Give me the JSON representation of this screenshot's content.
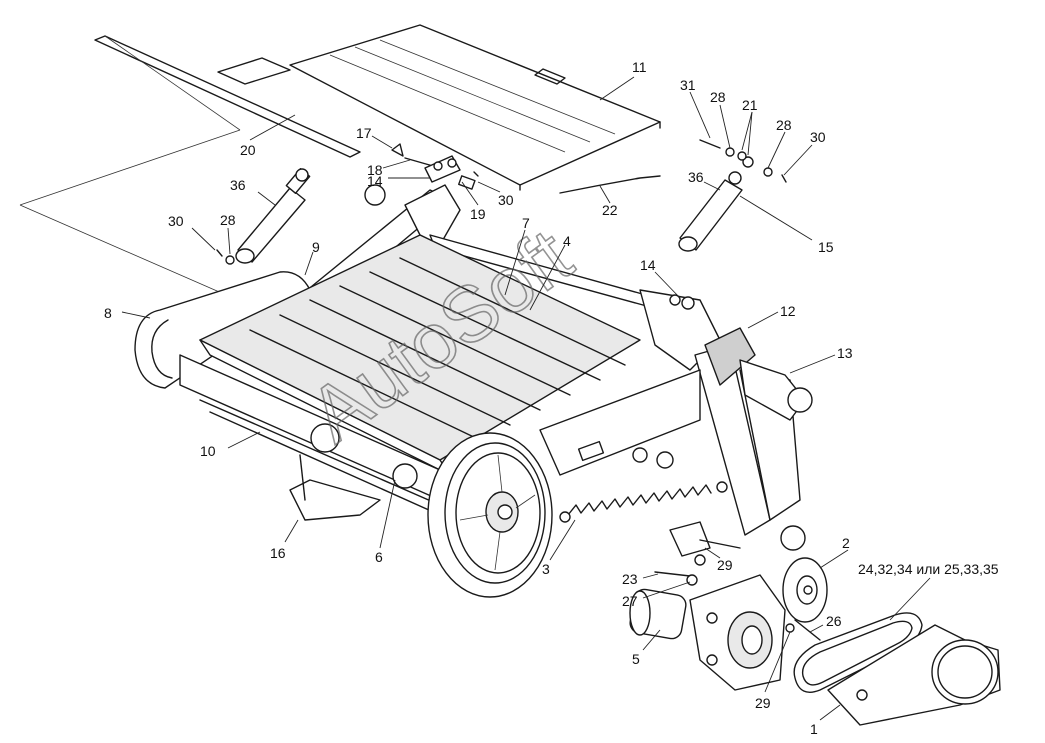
{
  "watermark": "AutoSoft",
  "labels": [
    {
      "id": "p11",
      "text": "11"
    },
    {
      "id": "p20",
      "text": "20"
    },
    {
      "id": "p17",
      "text": "17"
    },
    {
      "id": "p18",
      "text": "18"
    },
    {
      "id": "p14a",
      "text": "14"
    },
    {
      "id": "p30a",
      "text": "30"
    },
    {
      "id": "p19",
      "text": "19"
    },
    {
      "id": "p22",
      "text": "22"
    },
    {
      "id": "p31",
      "text": "31"
    },
    {
      "id": "p28a",
      "text": "28"
    },
    {
      "id": "p21",
      "text": "21"
    },
    {
      "id": "p28b",
      "text": "28"
    },
    {
      "id": "p30b",
      "text": "30"
    },
    {
      "id": "p36a",
      "text": "36"
    },
    {
      "id": "p36b",
      "text": "36"
    },
    {
      "id": "p15",
      "text": "15"
    },
    {
      "id": "p30c",
      "text": "30"
    },
    {
      "id": "p28c",
      "text": "28"
    },
    {
      "id": "p9",
      "text": "9"
    },
    {
      "id": "p7",
      "text": "7"
    },
    {
      "id": "p4",
      "text": "4"
    },
    {
      "id": "p14b",
      "text": "14"
    },
    {
      "id": "p8",
      "text": "8"
    },
    {
      "id": "p12",
      "text": "12"
    },
    {
      "id": "p13",
      "text": "13"
    },
    {
      "id": "p10",
      "text": "10"
    },
    {
      "id": "p2",
      "text": "2"
    },
    {
      "id": "p24",
      "text": "24,32,34 или 25,33,35"
    },
    {
      "id": "p16",
      "text": "16"
    },
    {
      "id": "p6",
      "text": "6"
    },
    {
      "id": "p3",
      "text": "3"
    },
    {
      "id": "p29a",
      "text": "29"
    },
    {
      "id": "p23",
      "text": "23"
    },
    {
      "id": "p27",
      "text": "27"
    },
    {
      "id": "p26",
      "text": "26"
    },
    {
      "id": "p5",
      "text": "5"
    },
    {
      "id": "p29b",
      "text": "29"
    },
    {
      "id": "p1",
      "text": "1"
    }
  ]
}
